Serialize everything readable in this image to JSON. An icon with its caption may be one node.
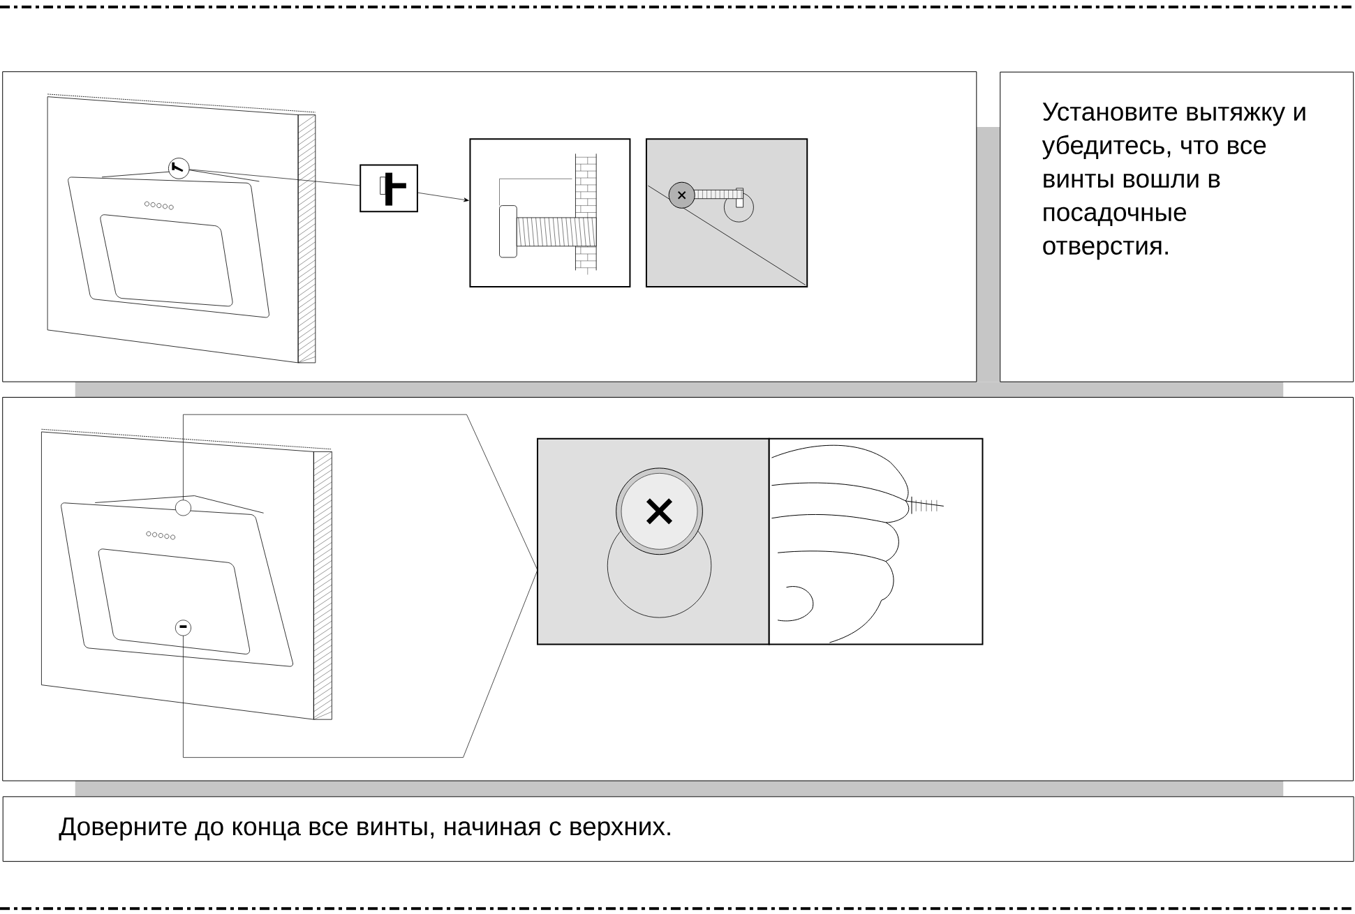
{
  "diagram": {
    "nodes": [
      {
        "text": [
          "Установите вытяжку и убедитесь, что все винты вошли в посадочные отверстия."
        ]
      },
      {
        "text": [],
        "shape": "circle"
      },
      {
        "text": [],
        "shape": "picture"
      },
      {
        "text": [],
        "shape": "picture"
      },
      {
        "text": [],
        "shape": "picture"
      },
      {
        "text": [],
        "shape": "picture"
      },
      {
        "text": [],
        "shape": "picture"
      },
      {
        "text": [
          "Доверните до конца все винты, начиная с верхних."
        ]
      }
    ],
    "edges": [
      {
        "from": 1,
        "to": 2,
        "arrow": "none"
      },
      {
        "from": 2,
        "to": 3,
        "arrow": "to"
      }
    ]
  }
}
